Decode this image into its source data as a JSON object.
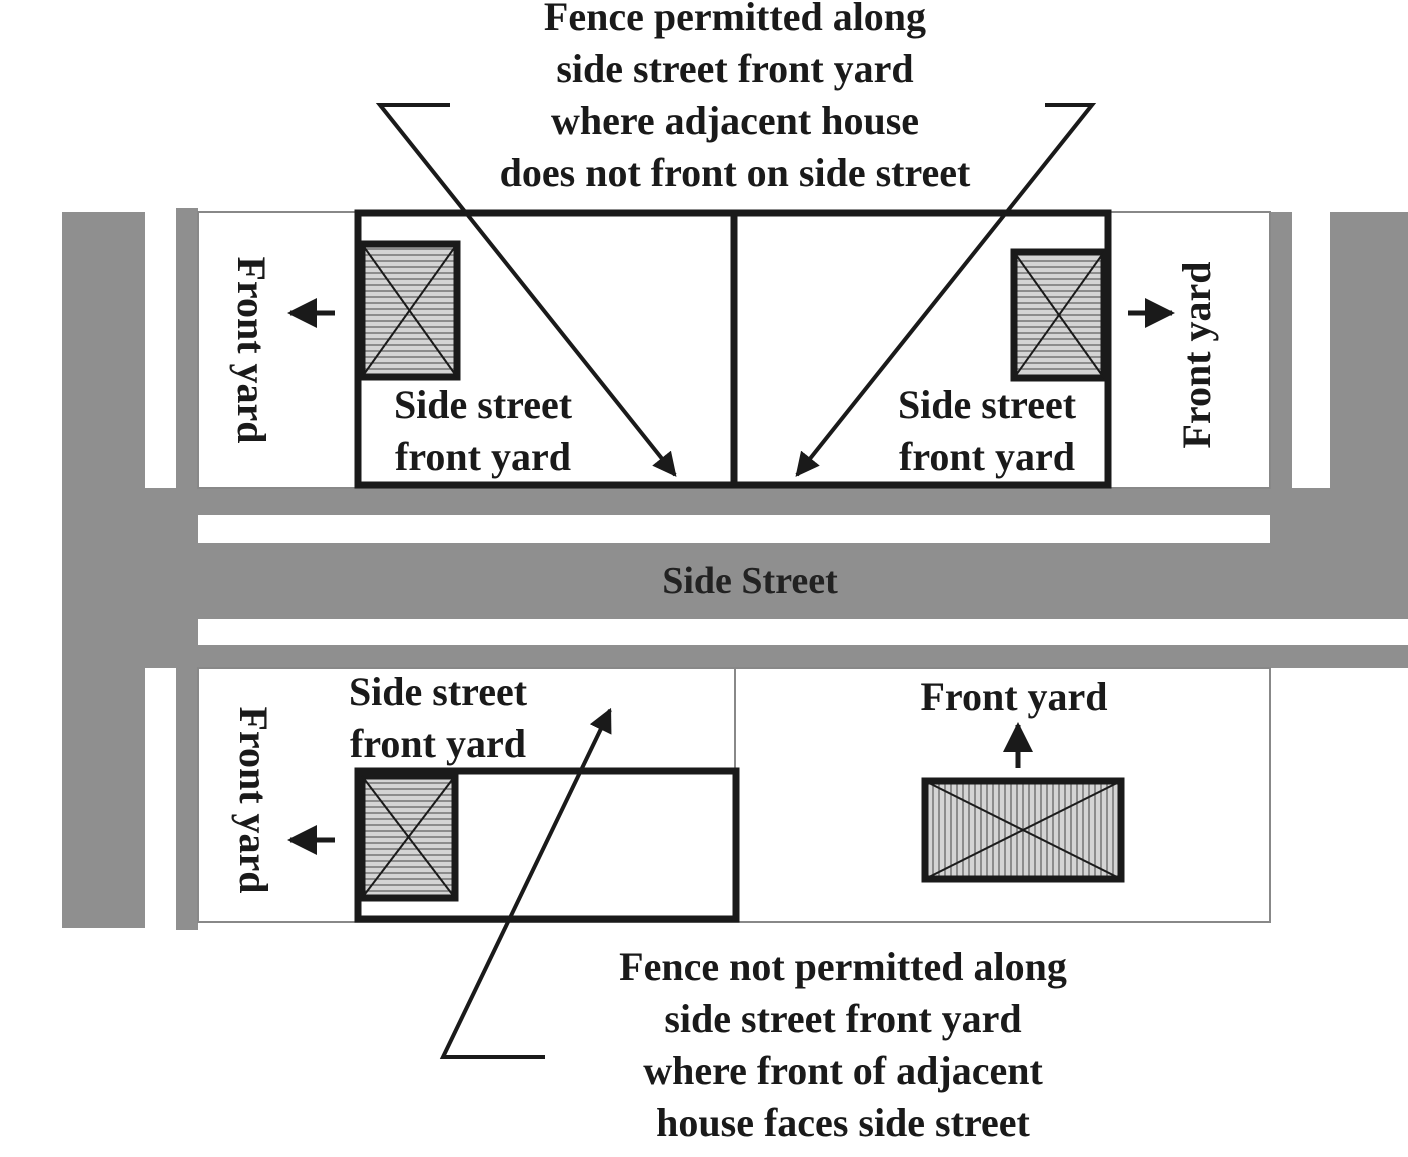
{
  "callout_top": [
    "Fence permitted along",
    "side street front yard",
    "where adjacent house",
    "does not front on side street"
  ],
  "callout_bottom": [
    "Fence not permitted along",
    "side street front yard",
    "where front of adjacent",
    "house faces side street"
  ],
  "street_label": "Side Street",
  "labels": {
    "front_yard_upper_left": "Front yard",
    "front_yard_upper_right": "Front yard",
    "front_yard_lower_left": "Front yard",
    "front_yard_lower_right": "Front yard",
    "side_street_front_yard_upper_left": [
      "Side street",
      "front yard"
    ],
    "side_street_front_yard_upper_right": [
      "Side street",
      "front yard"
    ],
    "side_street_front_yard_lower_left": [
      "Side street",
      "front yard"
    ]
  },
  "colors": {
    "road": "#8f8f8f",
    "house_fill": "#d4d4d4",
    "line": "#1a1a1a"
  }
}
